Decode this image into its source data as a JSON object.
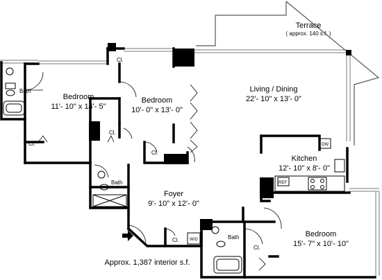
{
  "plan": {
    "rooms": [
      {
        "id": "terrace",
        "name": "Terrace",
        "size": "( approx. 140 s.f. )"
      },
      {
        "id": "living",
        "name": "Living / Dining",
        "size": "22'- 10\" x 13'- 0\""
      },
      {
        "id": "bedroom1",
        "name": "Bedroom",
        "size": "11'- 10\" x 14'- 5\""
      },
      {
        "id": "bedroom2",
        "name": "Bedroom",
        "size": "10'- 0\" x 13'- 0\""
      },
      {
        "id": "kitchen",
        "name": "Kitchen",
        "size": "12'- 10\" x 8'- 0\""
      },
      {
        "id": "foyer",
        "name": "Foyer",
        "size": "9'- 10\" x 12'- 0\""
      },
      {
        "id": "bedroom3",
        "name": "Bedroom",
        "size": "15'- 7\" x 10'- 10\""
      }
    ],
    "fixtures": {
      "bath": "Bath",
      "closet": "Cl.",
      "dishwasher": "DW",
      "refrigerator": "REF",
      "washer_dryer": "W/D"
    },
    "area_note": "Approx. 1,387 interior s.f."
  }
}
